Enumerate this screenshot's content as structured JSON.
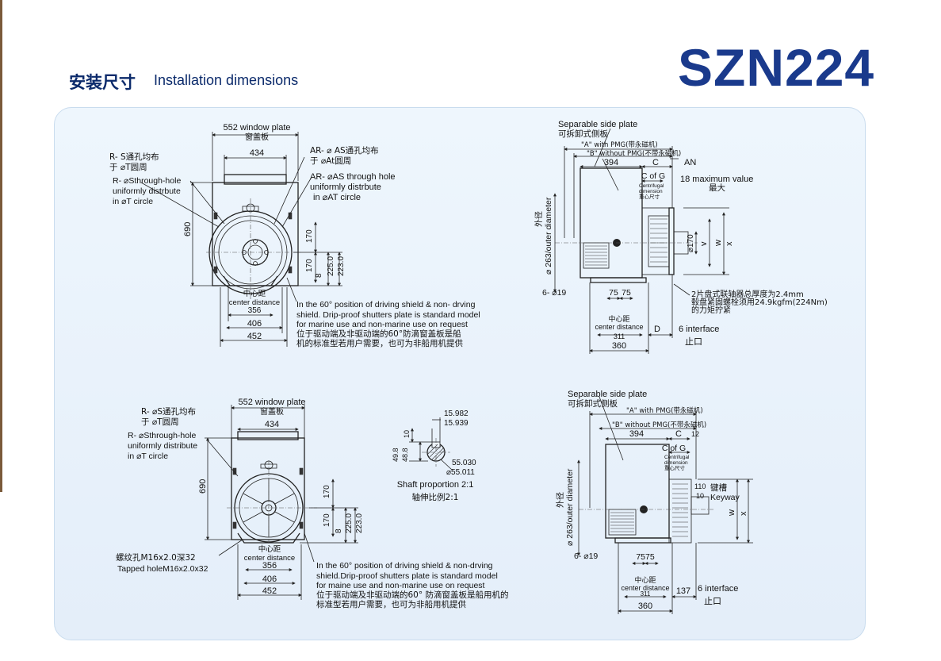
{
  "header": {
    "title_zh": "安装尺寸",
    "title_en": "Installation dimensions",
    "model": "SZN224"
  },
  "views": {
    "tl": {
      "window_plate": "552 window plate",
      "window_plate_zh": "窗盖板",
      "dim_434": "434",
      "r_zh_1": "R- S通孔均布",
      "r_zh_2": "于 ⌀T圆周",
      "r_en_1": "R- ⌀Sthrough-hole",
      "r_en_2": "uniformly distrbute",
      "r_en_3": "in ⌀T circle",
      "ar_zh_1": "AR- ⌀ AS通孔均布",
      "ar_zh_2": "于 ⌀At圆周",
      "ar_en_1": "AR- ⌀AS through hole",
      "ar_en_2": "uniformly distrbute",
      "ar_en_3": "in ⌀AT circle",
      "dim_690": "690",
      "dim_170a": "170",
      "dim_170b": "170",
      "dim_8": "8",
      "dim_225": "225.0",
      "dim_223": "223.0",
      "center_zh": "中心距",
      "center_en": "center distance",
      "dim_356": "356",
      "dim_406": "406",
      "dim_452": "452",
      "note_1": "In the 60° position of driving shield & non- drving",
      "note_2": "shield. Drip-proof shutters plate is  standard model",
      "note_3": "for marine use and  non-marine use on request",
      "note_4": "位于驱动端及非驱动端的60°防滴窗盖板是船",
      "note_5": "机的标准型若用户需要，也可为非船用机提供"
    },
    "tr": {
      "side_plate": "Separable side plate",
      "side_plate_zh": "可拆卸式侧板",
      "a_pmg": "\"A\" with PMG(带永磁机)",
      "b_pmg": "\"B\" without PMG(不带永磁机)",
      "dim_394": "394",
      "c": "C",
      "an": "AN",
      "cofg": "C of G",
      "centrifugal": "Centrifugal",
      "dimension": "dimension",
      "zh_cog": "重心尺寸",
      "max_18": "18 maximum value",
      "max_zh": "最大",
      "outer_zh": "外径",
      "outer_en": "⌀ 263/outer diameter",
      "dim_170": "⌀170",
      "v": "v",
      "w": "w",
      "x": "x",
      "holes": "6- ⌀19",
      "dim_75a": "75",
      "dim_75b": "75",
      "center_zh": "中心距",
      "center_en": "center distance",
      "dim_311": "311",
      "dim_360": "360",
      "d": "D",
      "interface": "6  interface",
      "interface_zh": "止口",
      "coupling_1": "2片盘式联轴器总厚度为2.4mm",
      "coupling_2": "毂盘紧固螺栓须用24.9kgfm(224Nm)",
      "coupling_3": "的力矩拧紧"
    },
    "bl": {
      "window_plate": "552 window plate",
      "window_plate_zh": "窗盖板",
      "dim_434": "434",
      "r_zh_1": "R- ⌀S通孔均布",
      "r_zh_2": "于 ⌀T圆周",
      "r_en_1": "R- ⌀Sthrough-hole",
      "r_en_2": "uniformly distribute",
      "r_en_3": "in  ⌀T circle",
      "dim_690": "690",
      "dim_170a": "170",
      "dim_170b": "170",
      "dim_8": "8",
      "dim_225": "225.0",
      "dim_223": "223.0",
      "tapped_zh": "螺纹孔M16x2.0深32",
      "tapped_en": "Tapped holeM16x2.0x32",
      "center_zh": "中心距",
      "center_en": "center distance",
      "dim_356": "356",
      "dim_406": "406",
      "dim_452": "452",
      "note_1": "In the 60°   position of driving shield & non-drving",
      "note_2": "shield.Drip-proof shutters plate is standard model",
      "note_3": "for maine use and  non-marine use on request",
      "note_4": "位于驱动端及非驱动端的60°  防滴窗盖板是船用机的",
      "note_5": "标准型若用户需要，也可为非船用机提供"
    },
    "shaft": {
      "d1": "15.982",
      "d2": "15.939",
      "d3": "10",
      "d4": "49.8",
      "d5": "48.8",
      "d6": "55.030",
      "d7": "⌀55.011",
      "label_en": "Shaft proportion 2:1",
      "label_zh": "轴伸比例2:1"
    },
    "br": {
      "side_plate": "Separable side plate",
      "side_plate_zh": "可拆卸式侧板",
      "a_pmg": "\"A\" with PMG(带永磁机)",
      "b_pmg": "\"B\" without PMG(不带永磁机)",
      "dim_394": "394",
      "c": "C",
      "dim_12": "12",
      "cofg": "C of G",
      "centrifugal": "Centrifugal",
      "dimension": "dimension",
      "zh_cog": "重心尺寸",
      "dim_110": "110",
      "dim_10": "10",
      "keyway_zh": "键槽",
      "keyway_en": "Keyway",
      "outer_zh": "外径",
      "outer_en": "⌀ 263/outer diameter",
      "w": "w",
      "x": "x",
      "holes": "6- ⌀19",
      "dim_7575": "7575",
      "center_zh": "中心距",
      "center_en": "center distance",
      "dim_311": "311",
      "dim_360": "360",
      "dim_137": "137",
      "interface": "6  interface",
      "interface_zh": "止口"
    }
  }
}
